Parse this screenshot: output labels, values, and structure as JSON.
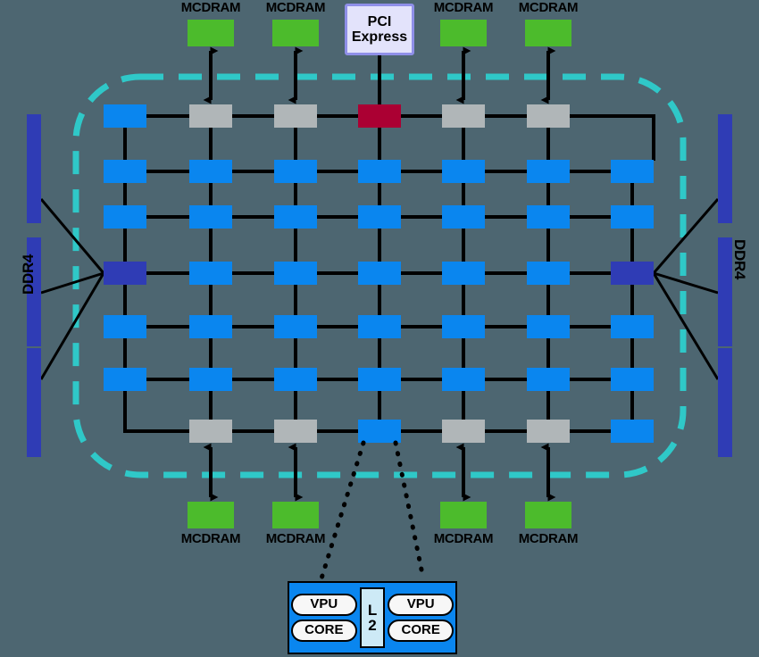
{
  "diagram": {
    "title": "Intel Xeon Phi Knights Landing mesh interconnect",
    "background_color": "#4d6671"
  },
  "colors": {
    "tile_blue": "#0a86ef",
    "tile_gray": "#b0b6b8",
    "tile_red": "#ab0033",
    "tile_darkblue": "#2f3cb5",
    "mcdram_green": "#4cbb2c",
    "ddr4_blue": "#2f3cb5",
    "mesh_cyan": "#2fc8c8",
    "pci_fill": "#e3e3fb",
    "pci_border": "#8f8fe8",
    "link_black": "#000000"
  },
  "pci": {
    "line1": "PCI",
    "line2": "Express"
  },
  "mcdram_top": [
    {
      "label": "MCDRAM"
    },
    {
      "label": "MCDRAM"
    },
    {
      "label": "MCDRAM"
    },
    {
      "label": "MCDRAM"
    }
  ],
  "mcdram_bottom": [
    {
      "label": "MCDRAM"
    },
    {
      "label": "MCDRAM"
    },
    {
      "label": "MCDRAM"
    },
    {
      "label": "MCDRAM"
    }
  ],
  "ddr4": {
    "left_label": "DDR4",
    "right_label": "DDR4",
    "left_bank_count": 3,
    "right_bank_count": 3
  },
  "core_detail": {
    "vpu_left": "VPU",
    "core_left": "CORE",
    "vpu_right": "VPU",
    "core_right": "CORE",
    "l2_line1": "L",
    "l2_line2": "2"
  },
  "mesh_grid": {
    "columns": 7,
    "rows": 7,
    "tiles": [
      [
        "blue",
        "gray",
        "gray",
        "red",
        "gray",
        "gray",
        "none"
      ],
      [
        "blue",
        "blue",
        "blue",
        "blue",
        "blue",
        "blue",
        "blue"
      ],
      [
        "blue",
        "blue",
        "blue",
        "blue",
        "blue",
        "blue",
        "blue"
      ],
      [
        "darkblue",
        "blue",
        "blue",
        "blue",
        "blue",
        "blue",
        "darkblue"
      ],
      [
        "blue",
        "blue",
        "blue",
        "blue",
        "blue",
        "blue",
        "blue"
      ],
      [
        "blue",
        "blue",
        "blue",
        "blue",
        "blue",
        "blue",
        "blue"
      ],
      [
        "none",
        "gray",
        "gray",
        "blue",
        "gray",
        "gray",
        "blue"
      ]
    ]
  }
}
